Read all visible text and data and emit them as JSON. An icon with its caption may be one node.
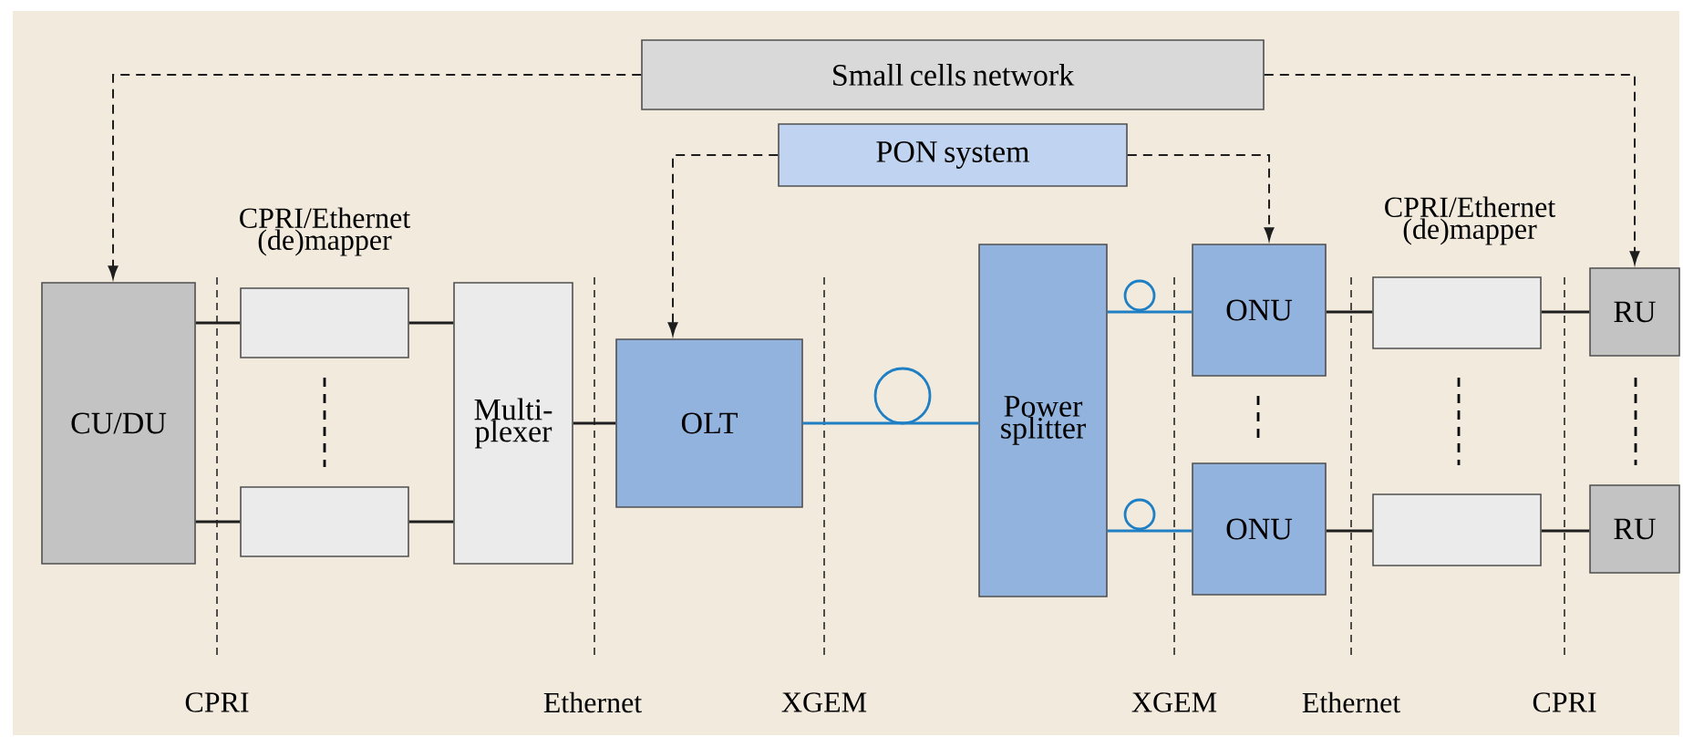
{
  "diagram": {
    "nodes": [
      {
        "text": [
          "Small cells network"
        ]
      },
      {
        "text": [
          "PON system"
        ]
      },
      {
        "text": [
          "CU/DU"
        ]
      },
      {
        "text": [],
        "shape": "box"
      },
      {
        "text": [],
        "shape": "box"
      },
      {
        "text": [
          "Multi- plexer"
        ]
      },
      {
        "text": [
          "OLT"
        ]
      },
      {
        "text": [
          "Power splitter"
        ]
      },
      {
        "text": [
          "ONU"
        ]
      },
      {
        "text": [
          "ONU"
        ]
      },
      {
        "text": [],
        "shape": "box"
      },
      {
        "text": [],
        "shape": "box"
      },
      {
        "text": [
          "RU"
        ]
      },
      {
        "text": [
          "RU"
        ]
      }
    ],
    "edges": [
      {
        "from": 0,
        "to": 2,
        "arrow": "to",
        "style": "dashed"
      },
      {
        "from": 0,
        "to": 12,
        "arrow": "to",
        "style": "dashed"
      },
      {
        "from": 1,
        "to": 6,
        "arrow": "to",
        "style": "dashed"
      },
      {
        "from": 1,
        "to": 8,
        "arrow": "to",
        "style": "dashed"
      },
      {
        "from": 2,
        "to": 3,
        "arrow": "none"
      },
      {
        "from": 2,
        "to": 4,
        "arrow": "none"
      },
      {
        "from": 3,
        "to": 5,
        "arrow": "none"
      },
      {
        "from": 4,
        "to": 5,
        "arrow": "none"
      },
      {
        "from": 5,
        "to": 6,
        "arrow": "none"
      },
      {
        "from": 6,
        "to": 7,
        "arrow": "none",
        "color": "#1f7fc4"
      },
      {
        "from": 7,
        "to": 8,
        "arrow": "none",
        "color": "#1f7fc4"
      },
      {
        "from": 7,
        "to": 9,
        "arrow": "none",
        "color": "#1f7fc4"
      },
      {
        "from": 8,
        "to": 10,
        "arrow": "none"
      },
      {
        "from": 9,
        "to": 11,
        "arrow": "none"
      },
      {
        "from": 10,
        "to": 12,
        "arrow": "none"
      },
      {
        "from": 11,
        "to": 13,
        "arrow": "none"
      }
    ],
    "labels": [
      "CPRI/Ethernet (de)mapper",
      "CPRI/Ethernet (de)mapper",
      "CPRI",
      "Ethernet",
      "XGEM",
      "XGEM",
      "Ethernet",
      "CPRI"
    ]
  }
}
